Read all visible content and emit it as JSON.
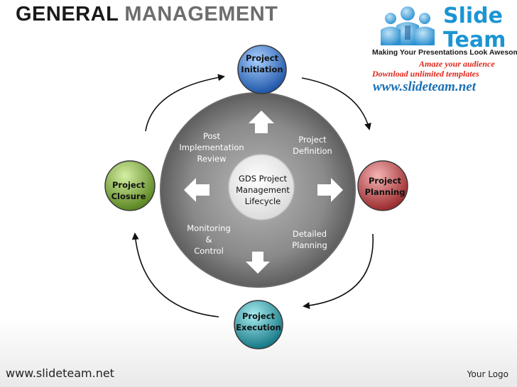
{
  "title": {
    "part1": "GENERAL",
    "part2": "MANAGEMENT"
  },
  "brand": {
    "name_line1": "Slide",
    "name_line2": "Team",
    "tagline": "Making Your Presentations Look Awesome",
    "promo_line1": "Amaze your audience",
    "promo_line2": "Download unlimited templates",
    "url": "www.slideteam.net"
  },
  "cycle": {
    "center": [
      "GDS Project",
      "Management",
      "Lifecycle"
    ],
    "stages": [
      {
        "id": "initiation",
        "label": [
          "Project",
          "Initiation"
        ],
        "color": "#2f6fc4"
      },
      {
        "id": "planning",
        "label": [
          "Project",
          "Planning"
        ],
        "color": "#b8373b"
      },
      {
        "id": "execution",
        "label": [
          "Project",
          "Execution"
        ],
        "color": "#1f8f9a"
      },
      {
        "id": "closure",
        "label": [
          "Project",
          "Closure"
        ],
        "color": "#6f9a2c"
      }
    ],
    "ring_labels": [
      {
        "id": "definition",
        "label": [
          "Project",
          "Definition"
        ]
      },
      {
        "id": "detailed-planning",
        "label": [
          "Detailed",
          "Planning"
        ]
      },
      {
        "id": "monitoring",
        "label": [
          "Monitoring",
          "&",
          "Control"
        ]
      },
      {
        "id": "post-impl",
        "label": [
          "Post",
          "Implementation",
          "Review"
        ]
      }
    ]
  },
  "footer": {
    "url": "www.slideteam.net",
    "logo": "Your Logo"
  }
}
